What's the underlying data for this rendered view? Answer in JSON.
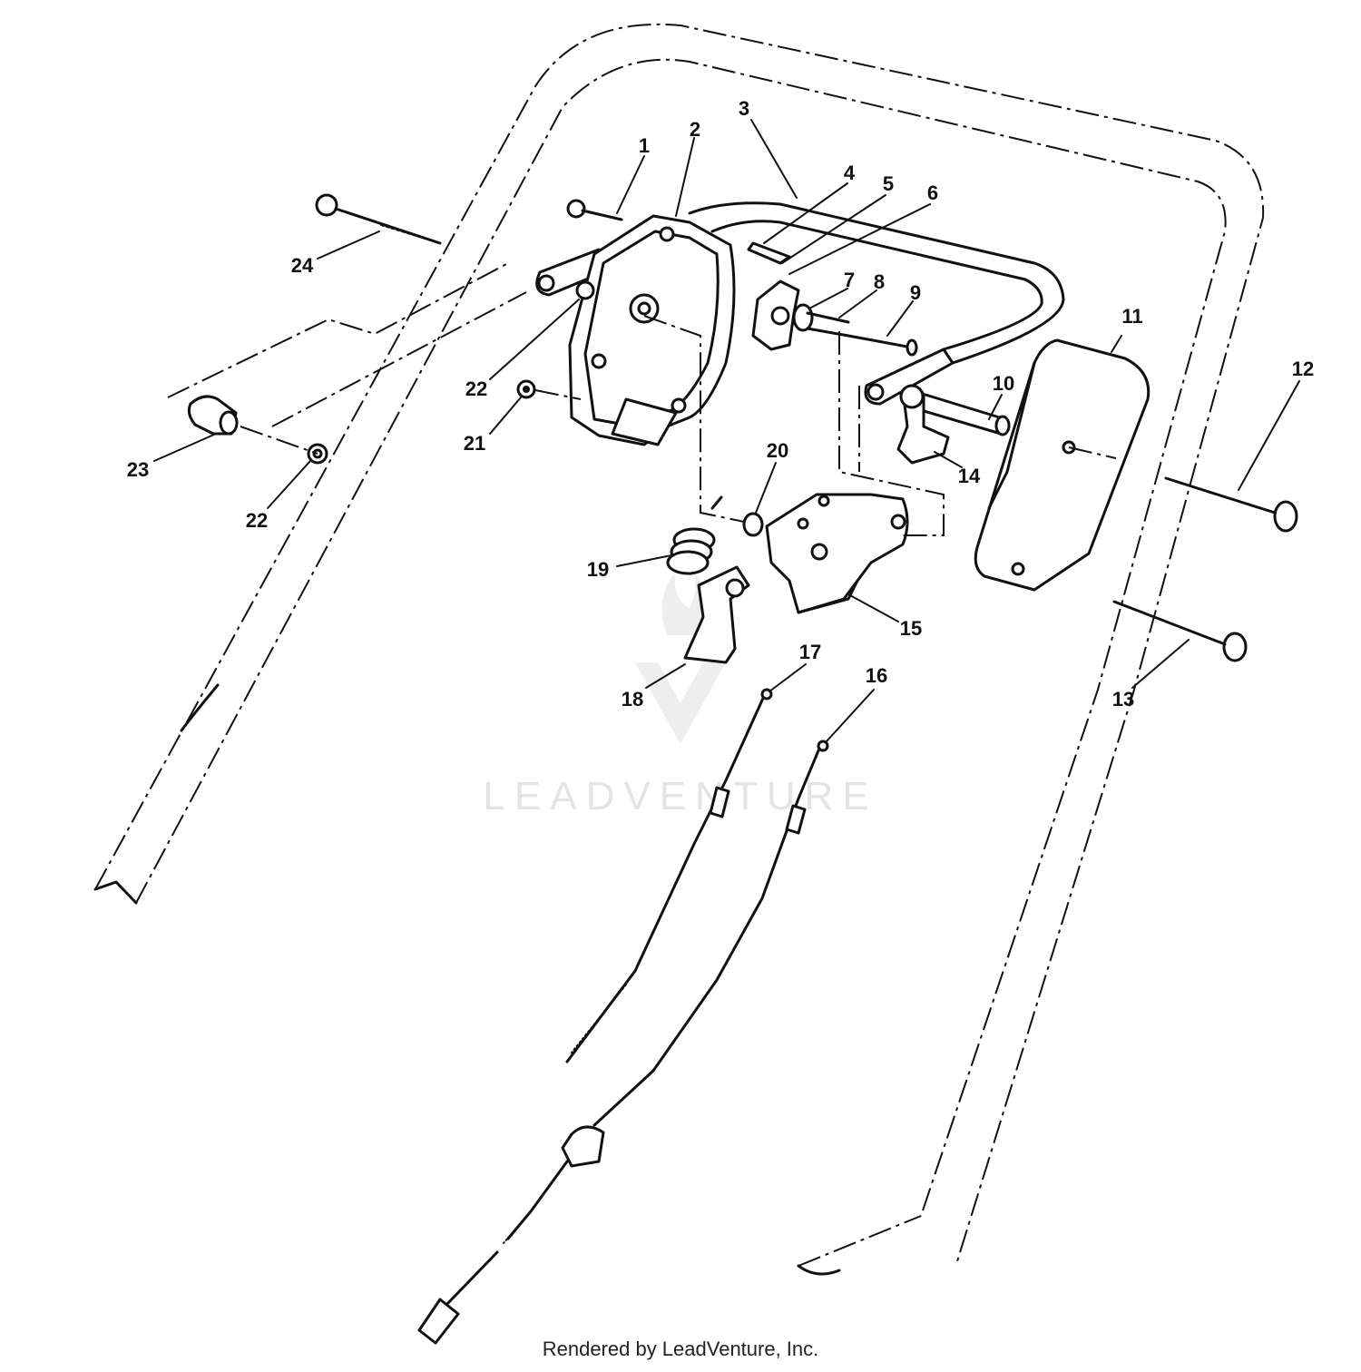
{
  "watermark": "LEADVENTURE",
  "footer": "Rendered by LeadVenture, Inc.",
  "callouts": [
    "1",
    "2",
    "3",
    "4",
    "5",
    "6",
    "7",
    "8",
    "9",
    "10",
    "11",
    "12",
    "13",
    "14",
    "15",
    "16",
    "17",
    "18",
    "19",
    "20",
    "21",
    "22",
    "22",
    "23",
    "24"
  ]
}
